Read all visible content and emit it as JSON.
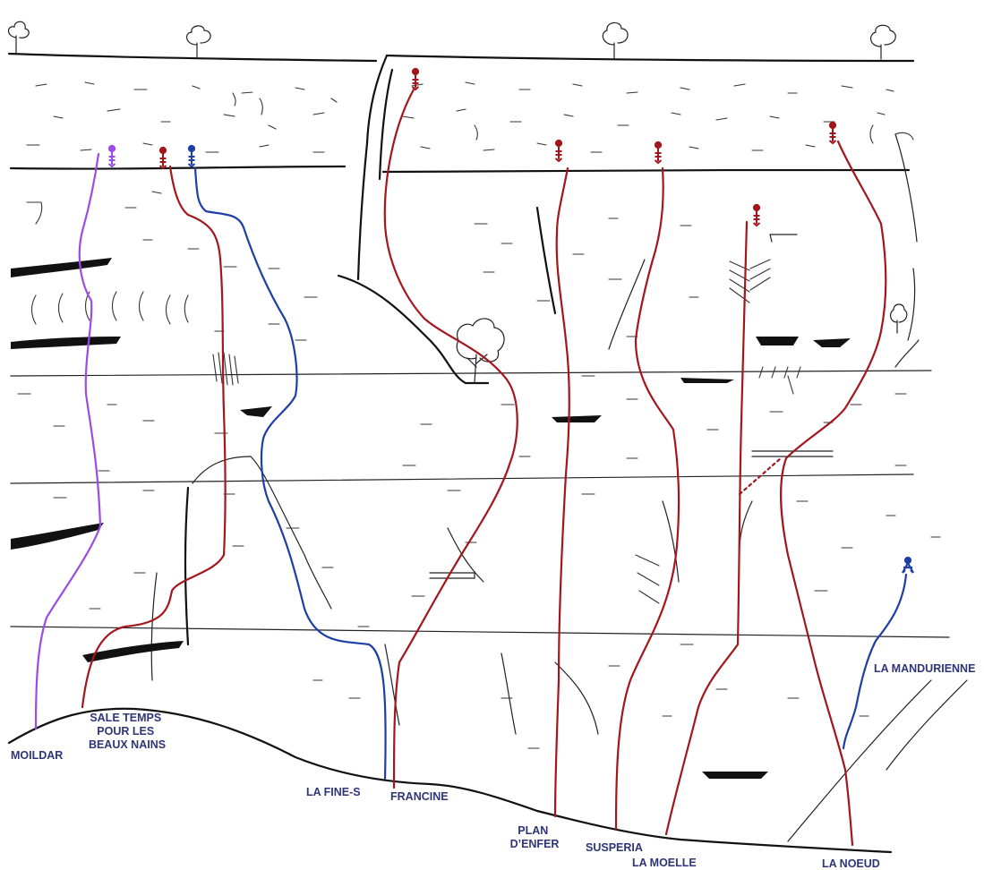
{
  "colors": {
    "label": "#2f3579",
    "red": "#a3171c",
    "blue": "#1f3ea6",
    "purple": "#9b4ce6",
    "ink": "#111111"
  },
  "routes": [
    {
      "id": "moildar",
      "label_lines": [
        "MOILDAR"
      ],
      "color": "purple",
      "anchor": "double-bolt-belay"
    },
    {
      "id": "sale-temps",
      "label_lines": [
        "SALE TEMPS",
        "POUR LES",
        "BEAUX NAINS"
      ],
      "color": "red",
      "anchor": "double-bolt-belay"
    },
    {
      "id": "la-fine-s",
      "label_lines": [
        "LA FINE-S"
      ],
      "color": "blue",
      "anchor": "double-bolt-belay"
    },
    {
      "id": "francine",
      "label_lines": [
        "FRANCINE"
      ],
      "color": "red",
      "anchor": "double-bolt-belay"
    },
    {
      "id": "plan-denfer",
      "label_lines": [
        "PLAN",
        "D’ENFER"
      ],
      "color": "red",
      "anchor": "double-bolt-belay"
    },
    {
      "id": "susperia",
      "label_lines": [
        "SUSPERIA"
      ],
      "color": "red",
      "anchor": "double-bolt-belay"
    },
    {
      "id": "la-moelle",
      "label_lines": [
        "LA MOELLE"
      ],
      "color": "red",
      "anchor": "double-bolt-belay"
    },
    {
      "id": "la-noeud",
      "label_lines": [
        "LA NOEUD"
      ],
      "color": "red",
      "anchor": "double-bolt-belay"
    },
    {
      "id": "la-mandurienne",
      "label_lines": [
        "LA MANDURIENNE"
      ],
      "color": "blue",
      "anchor": "lower-off"
    }
  ]
}
